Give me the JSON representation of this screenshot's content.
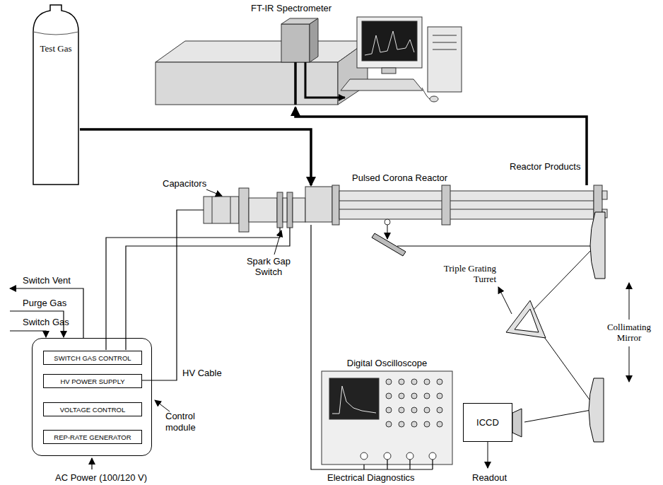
{
  "diagram": {
    "nodes": [
      {
        "text": [
          "Test Gas"
        ]
      },
      {
        "text": [
          "FT-IR Spectrometer"
        ]
      },
      {
        "text": [
          "Control module"
        ]
      },
      {
        "text": [
          "SWITCH GAS CONTROL"
        ],
        "in": 2
      },
      {
        "text": [
          "HV POWER SUPPLY"
        ],
        "in": 2
      },
      {
        "text": [
          "VOLTAGE CONTROL"
        ],
        "in": 2
      },
      {
        "text": [
          "REP-RATE GENERATOR"
        ],
        "in": 2
      },
      {
        "text": [
          "Pulsed Corona Reactor"
        ]
      },
      {
        "text": [
          "Digital Oscilloscope"
        ]
      },
      {
        "text": [
          "ICCD"
        ]
      }
    ],
    "edges": [
      {
        "from": 0,
        "to": 7,
        "arrow": "to"
      },
      {
        "from": 7,
        "to": 1,
        "label": "Reactor Products",
        "arrow": "to"
      },
      {
        "from": 7,
        "to": 8,
        "label": "Electrical Diagnostics",
        "arrow": "none"
      }
    ],
    "labels": [
      "Switch Vent",
      "Purge Gas",
      "Switch Gas",
      "Capacitors",
      "Spark Gap Switch",
      "HV Cable",
      "Triple Grating Turret",
      "Collimating Mirror",
      "AC Power (100/120 V)",
      "Readout"
    ]
  }
}
